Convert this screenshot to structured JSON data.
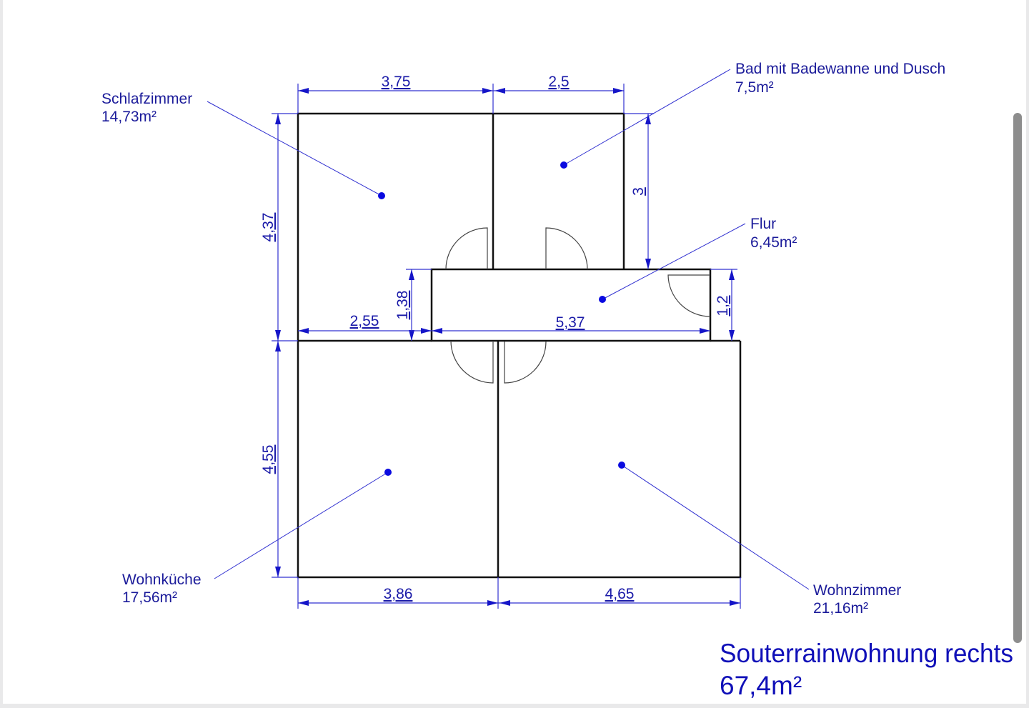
{
  "plan": {
    "title": "Souterrainwohnung rechts",
    "total_area": "67,4m²",
    "rooms": [
      {
        "name": "Schlafzimmer",
        "area": "14,73m²"
      },
      {
        "name": "Bad mit Badewanne und Dusch",
        "area": "7,5m²"
      },
      {
        "name": "Flur",
        "area": "6,45m²"
      },
      {
        "name": "Wohnküche",
        "area": "17,56m²"
      },
      {
        "name": "Wohnzimmer",
        "area": "21,16m²"
      }
    ],
    "dimensions": {
      "schlaf_width": "3,75",
      "bad_width": "2,5",
      "bad_height": "3",
      "schlaf_height": "4,37",
      "flur_height_left": "1,38",
      "flur_left_offset": "2,55",
      "flur_width": "5,37",
      "flur_height_right": "1,2",
      "kueche_height": "4,55",
      "kueche_width": "3,86",
      "wohn_width": "4,65"
    },
    "colors": {
      "walls": "#111111",
      "dimensions": "#1a1aa8",
      "title": "#1010b8"
    }
  }
}
